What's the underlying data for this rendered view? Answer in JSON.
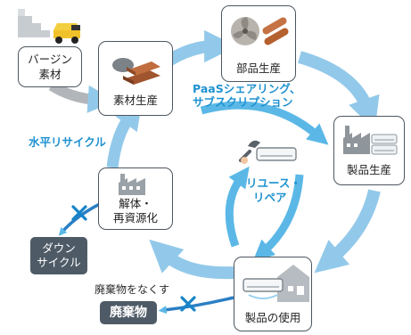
{
  "nodes": {
    "virgin": {
      "label_line1": "バージン",
      "label_line2": "素材"
    },
    "material": {
      "label": "素材生産"
    },
    "parts": {
      "label": "部品生産"
    },
    "product": {
      "label": "製品生産"
    },
    "use": {
      "label": "製品の使用"
    },
    "dismantle": {
      "label_line1": "解体・",
      "label_line2": "再資源化"
    }
  },
  "tags": {
    "downcycle": {
      "line1": "ダウン",
      "line2": "サイクル"
    },
    "waste": {
      "label": "廃棄物"
    }
  },
  "labels": {
    "paas_line1": "PaaSシェアリング、",
    "paas_line2": "サブスクリプション",
    "horizontal": "水平リサイクル",
    "reuse_line1": "リユース・",
    "reuse_line2": "リペア",
    "eliminate_waste": "廃棄物をなくす"
  },
  "colors": {
    "arrow_outer": "#92c9ea",
    "arrow_inner": "#5bb8e6",
    "box_border": "#4d5660",
    "tag_fill": "#4e5b66",
    "accent_text": "#1e92d0",
    "x_mark": "#1784c8"
  }
}
